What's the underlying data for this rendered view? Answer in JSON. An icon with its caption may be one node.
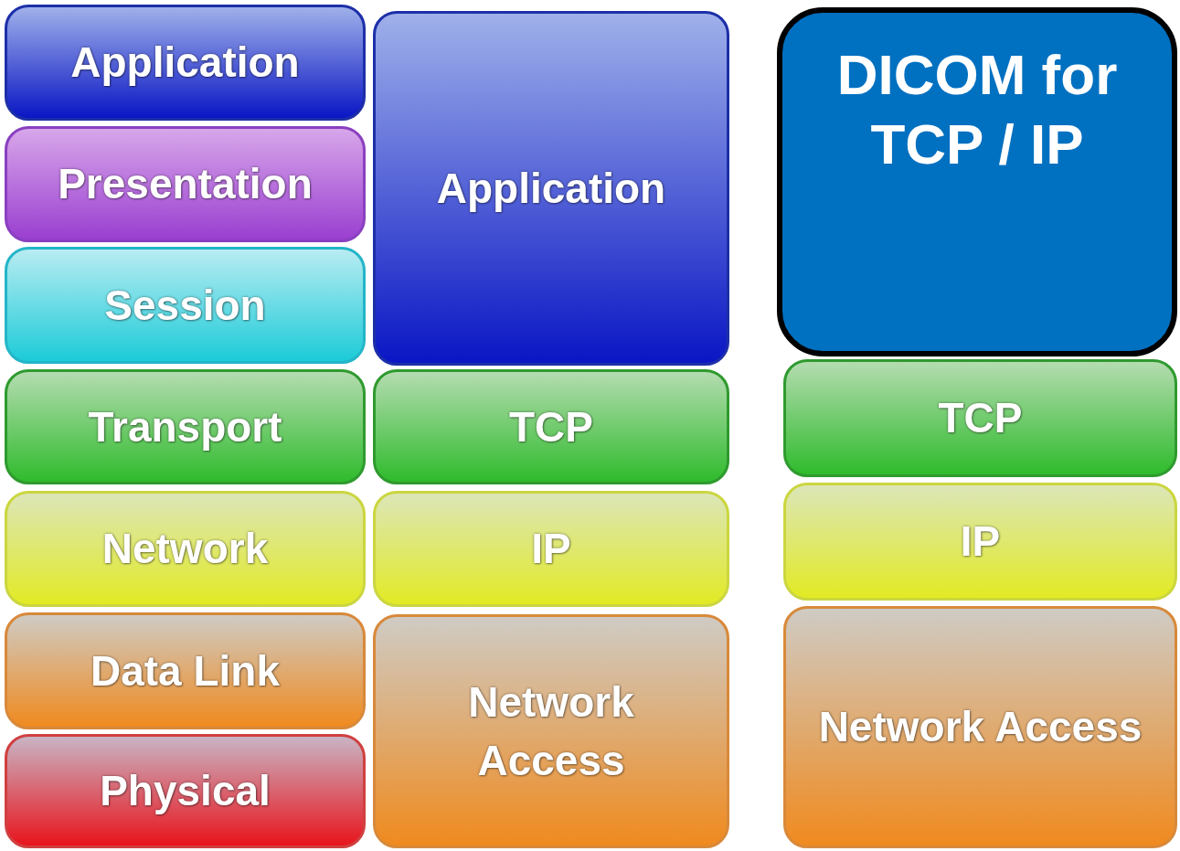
{
  "diagram": {
    "nodes": [
      {
        "text": [
          "Application"
        ]
      },
      {
        "text": [
          "Presentation"
        ]
      },
      {
        "text": [
          "Session"
        ]
      },
      {
        "text": [
          "Transport"
        ]
      },
      {
        "text": [
          "Network"
        ]
      },
      {
        "text": [
          "Data Link"
        ]
      },
      {
        "text": [
          "Physical"
        ]
      },
      {
        "text": [
          "Application"
        ]
      },
      {
        "text": [
          "TCP"
        ]
      },
      {
        "text": [
          "IP"
        ]
      },
      {
        "text": [
          "Network Access"
        ]
      },
      {
        "text": [
          "DICOM for TCP / IP"
        ]
      },
      {
        "text": [
          "TCP"
        ]
      },
      {
        "text": [
          "IP"
        ]
      },
      {
        "text": [
          "Network Access"
        ]
      }
    ]
  }
}
